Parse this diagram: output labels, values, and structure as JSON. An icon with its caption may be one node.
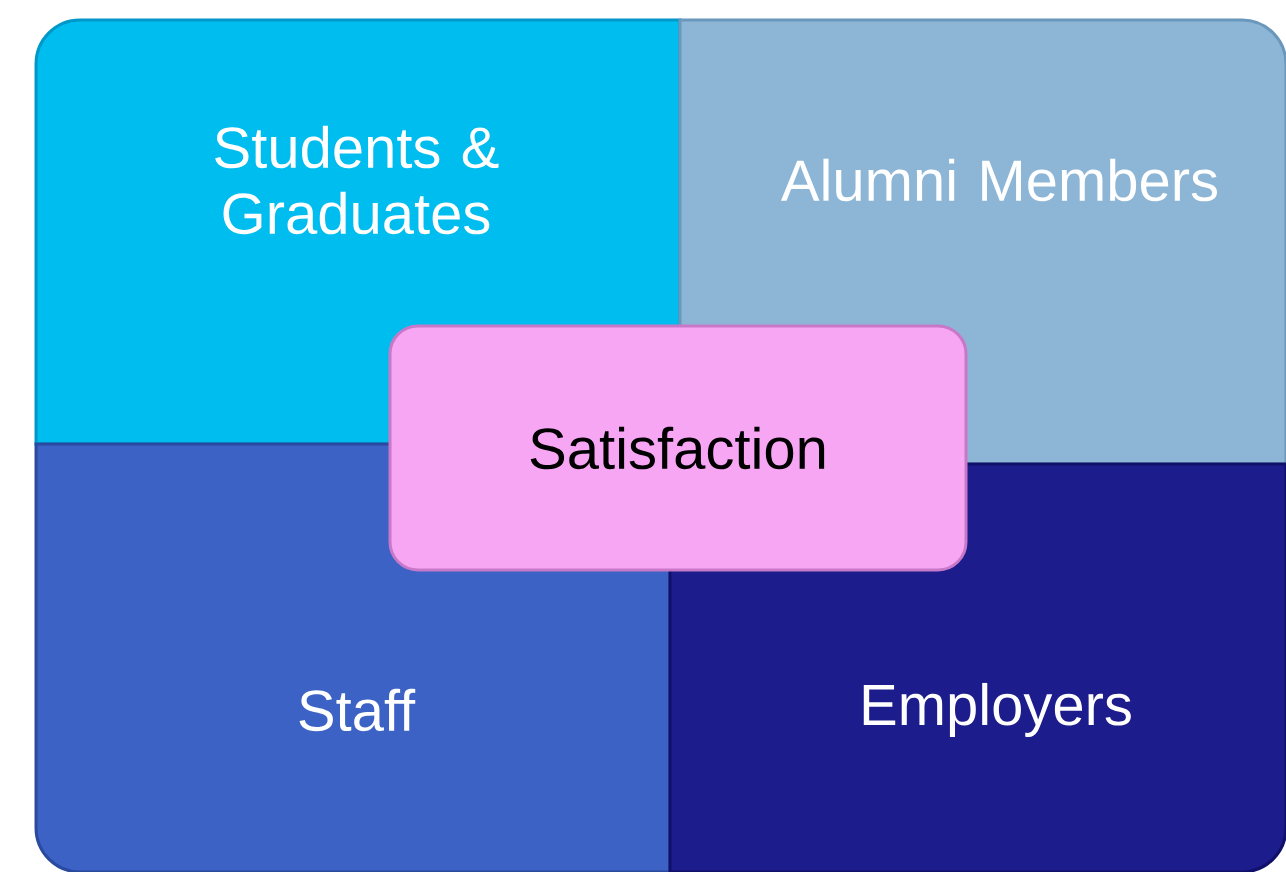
{
  "diagram": {
    "nodes": [
      {
        "text": [
          "Students & Graduates"
        ]
      },
      {
        "text": [
          "Alumni Members"
        ]
      },
      {
        "text": [
          "Satisfaction"
        ]
      },
      {
        "text": [
          "Staff"
        ]
      },
      {
        "text": [
          "Employers"
        ]
      }
    ]
  }
}
